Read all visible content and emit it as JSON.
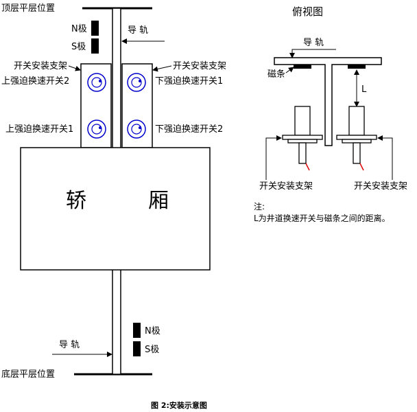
{
  "side_view": {
    "top_floor_label": "顶层平层位置",
    "bottom_floor_label": "底层平层位置",
    "rail_label_top": "导  轨",
    "rail_label_bottom": "导  轨",
    "magnet_top": {
      "n": "N极",
      "s": "S极"
    },
    "magnet_bottom": {
      "n": "N极",
      "s": "S极"
    },
    "bracket_left": "开关安装支架",
    "bracket_right": "开关安装支架",
    "switch_up2": "上强迫换速开关2",
    "switch_up1": "上强迫换速开关1",
    "switch_down1": "下强迫换速开关1",
    "switch_down2": "下强迫换速开关2",
    "car_left": "轿",
    "car_right": "厢"
  },
  "top_view": {
    "title": "俯视图",
    "rail_label": "导  轨",
    "magnet_strip": "磁条",
    "distance": "L",
    "bracket_left": "开关安装支架",
    "bracket_right": "开关安装支架"
  },
  "note": {
    "heading": "注:",
    "text": "L为井道换速开关与磁条之间的距离。"
  },
  "caption": "图 2:安装示意图"
}
